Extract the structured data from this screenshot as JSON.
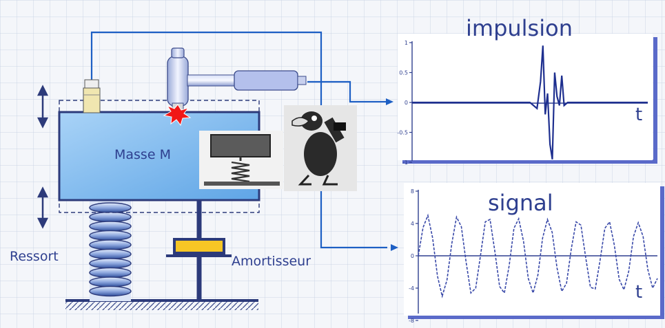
{
  "diagram": {
    "mass_label": "Masse M",
    "spring_label": "Ressort",
    "damper_label": "Amortisseur"
  },
  "impulse_chart": {
    "title": "impulsion",
    "t_label": "t",
    "y_ticks": [
      "1",
      "0.5",
      "0",
      "-0.5",
      "-1"
    ]
  },
  "signal_chart": {
    "title": "signal",
    "t_label": "t",
    "y_ticks": [
      "8",
      "4",
      "0",
      "-4",
      "-8"
    ]
  },
  "chart_data": [
    {
      "type": "line",
      "title": "impulsion",
      "xlabel": "t",
      "ylabel": "",
      "ylim": [
        -1,
        1
      ],
      "y_ticks": [
        1,
        0.5,
        0,
        -0.5,
        -1
      ],
      "series": [
        {
          "x": [
            0,
            0.5,
            0.53,
            0.545,
            0.555,
            0.565,
            0.575,
            0.585,
            0.595,
            0.605,
            0.615,
            0.625,
            0.635,
            0.645,
            0.66,
            1
          ],
          "y": [
            0,
            0,
            -0.1,
            0.35,
            0.95,
            -0.2,
            0.15,
            -0.7,
            -0.95,
            0.5,
            0.1,
            -0.05,
            0.45,
            -0.05,
            0,
            0
          ]
        }
      ]
    },
    {
      "type": "line",
      "title": "signal",
      "xlabel": "t",
      "ylabel": "",
      "ylim": [
        -8,
        8
      ],
      "y_ticks": [
        8,
        4,
        0,
        -4,
        -8
      ],
      "series": [
        {
          "x": [
            0,
            0.02,
            0.04,
            0.06,
            0.08,
            0.1,
            0.12,
            0.14,
            0.16,
            0.18,
            0.2,
            0.22,
            0.24,
            0.26,
            0.28,
            0.3,
            0.32,
            0.34,
            0.36,
            0.38,
            0.4,
            0.42,
            0.44,
            0.46,
            0.48,
            0.5,
            0.52,
            0.54,
            0.56,
            0.58,
            0.6,
            0.62,
            0.64,
            0.66,
            0.68,
            0.7,
            0.72,
            0.74,
            0.76,
            0.78,
            0.8,
            0.82,
            0.84,
            0.86,
            0.88,
            0.9,
            0.92,
            0.94,
            0.96,
            0.98,
            1
          ],
          "y": [
            0,
            3.5,
            5.0,
            2.2,
            -2.5,
            -5.0,
            -3.0,
            1.5,
            4.8,
            3.6,
            -0.8,
            -4.6,
            -4.0,
            0,
            4.2,
            4.5,
            0.6,
            -3.8,
            -4.6,
            -1.2,
            3.4,
            4.6,
            1.8,
            -2.8,
            -4.6,
            -2.4,
            2.2,
            4.5,
            2.9,
            -1.5,
            -4.4,
            -3.4,
            0.9,
            4.2,
            3.8,
            -0.2,
            -3.9,
            -4.1,
            -0.6,
            3.4,
            4.2,
            1.3,
            -2.9,
            -4.2,
            -1.9,
            2.4,
            4.1,
            2.4,
            -1.7,
            -4.0,
            -2.8
          ]
        }
      ]
    }
  ]
}
